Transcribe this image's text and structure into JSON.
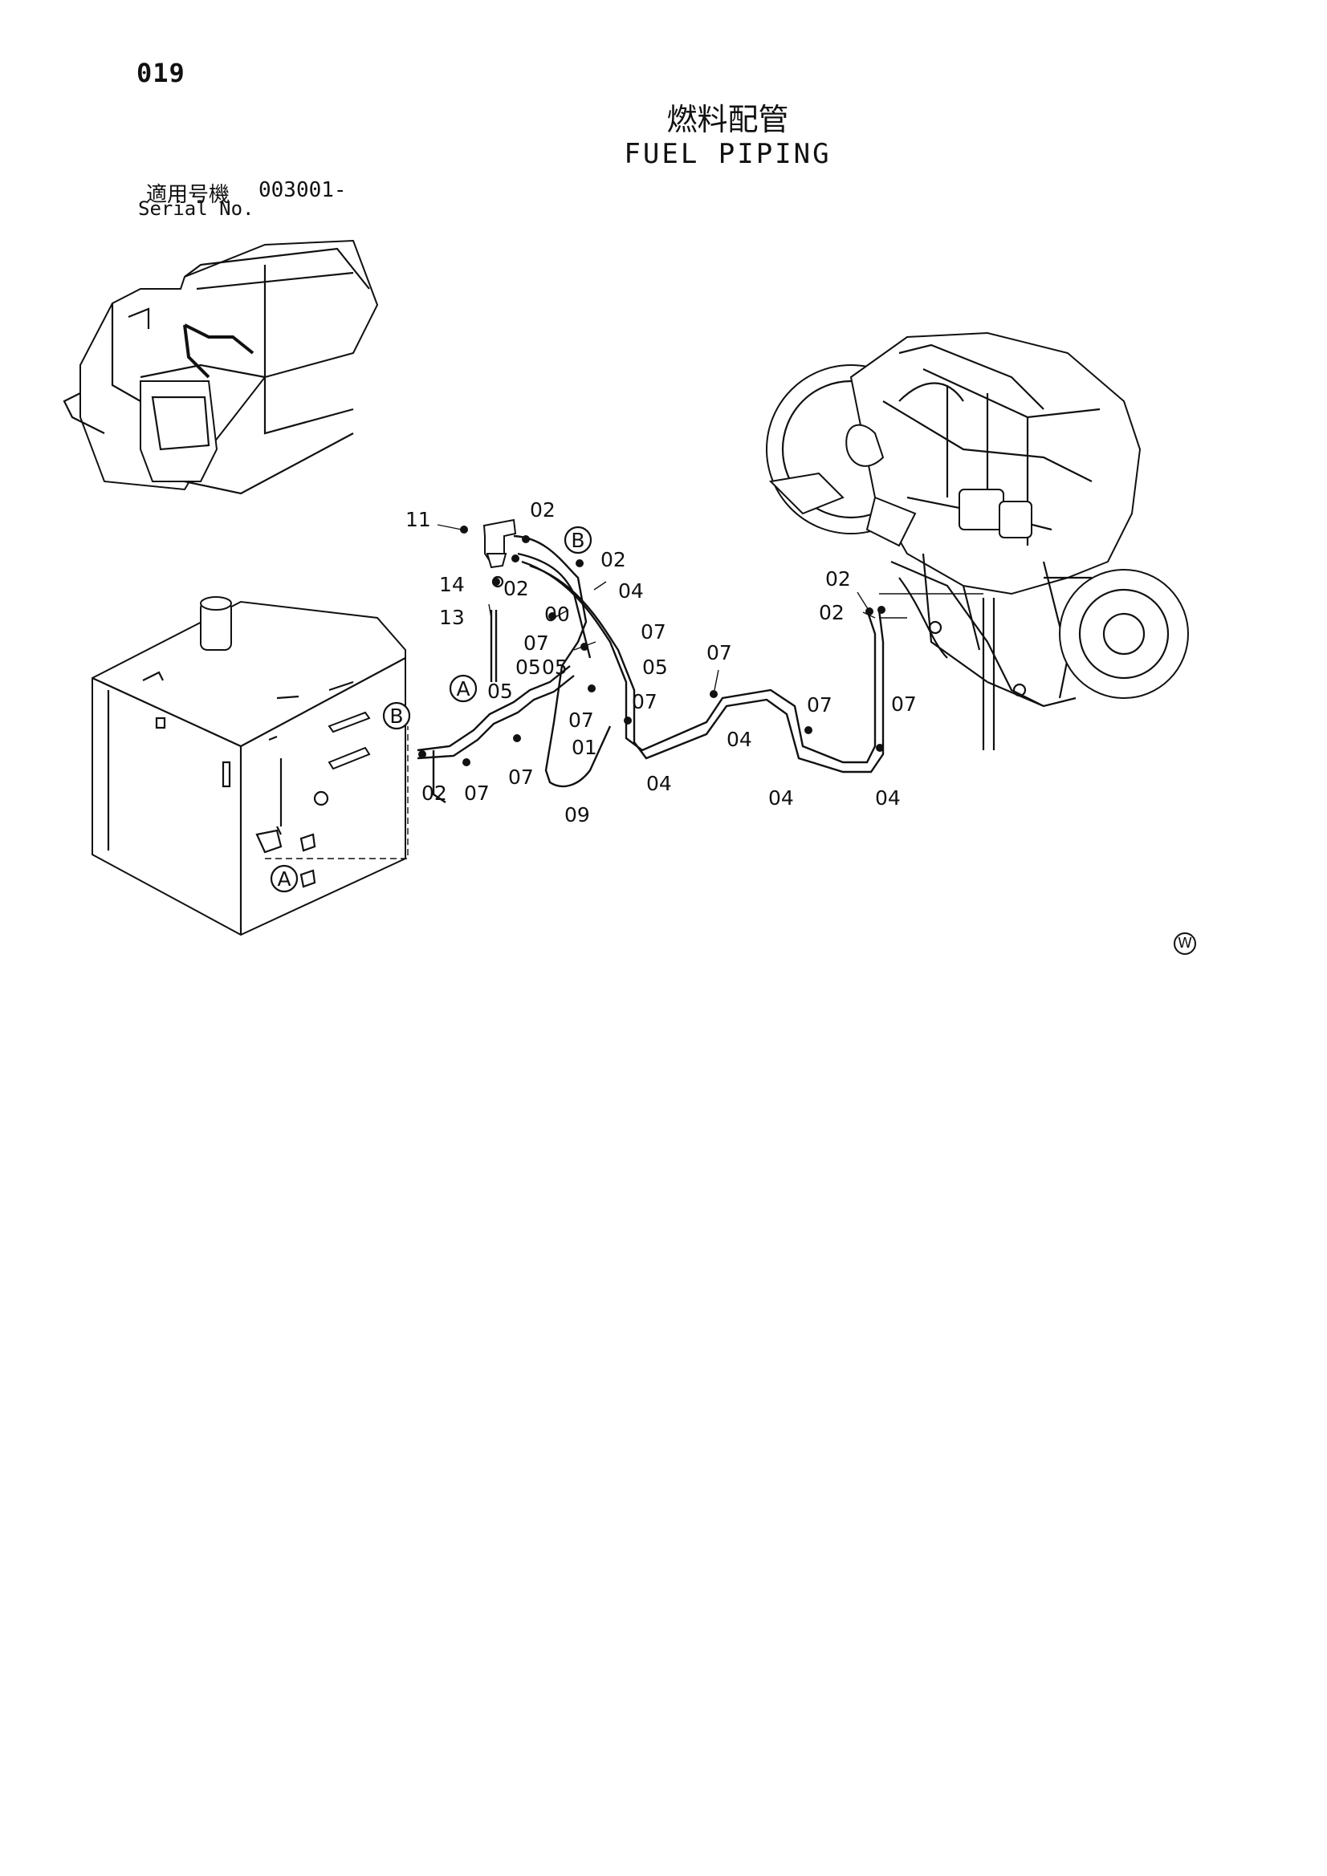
{
  "page_number": "019",
  "title_jp": "燃料配管",
  "title_en": "FUEL PIPING",
  "serial": {
    "label_jp": "適用号機",
    "value": "003001-",
    "label_en": "Serial No."
  },
  "callouts": {
    "c11": "11",
    "c02_a": "02",
    "c02_b": "02",
    "c02_c": "02",
    "c02_d": "02",
    "c02_e": "02",
    "c02_f": "02",
    "c04_a": "04",
    "c04_b": "04",
    "c04_c": "04",
    "c04_d": "04",
    "c04_e": "04",
    "c14": "14",
    "c13": "13",
    "c00": "00",
    "c07_a": "07",
    "c07_b": "07",
    "c07_c": "07",
    "c07_d": "07",
    "c07_e": "07",
    "c07_f": "07",
    "c07_g": "07",
    "c07_h": "07",
    "c07_i": "07",
    "c05_a": "05",
    "c05_b": "05",
    "c05_c": "05",
    "c05_d": "05",
    "c01": "01",
    "c09": "09"
  },
  "markers": {
    "a_top": "A",
    "b_top": "B",
    "a_tank": "A",
    "b_tank": "B"
  },
  "watermark_symbol": "W"
}
